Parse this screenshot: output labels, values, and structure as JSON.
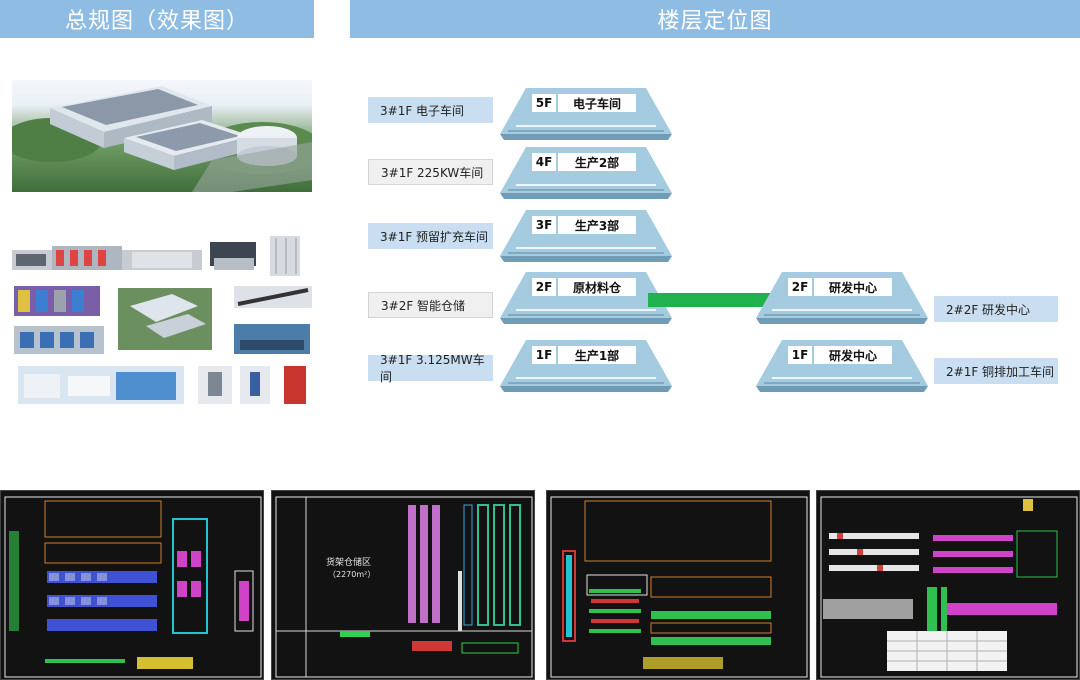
{
  "headers": {
    "left_title": "总规图（效果图）",
    "right_title": "楼层定位图"
  },
  "building3_floors": [
    {
      "label": "3#1F 电子车间",
      "floor": "5F",
      "name": "电子车间"
    },
    {
      "label": "3#1F 225KW车间",
      "floor": "4F",
      "name": "生产2部"
    },
    {
      "label": "3#1F 预留扩充车间",
      "floor": "3F",
      "name": "生产3部"
    },
    {
      "label": "3#2F 智能仓储",
      "floor": "2F",
      "name": "原材料仓"
    },
    {
      "label": "3#1F 3.125MW车间",
      "floor": "1F",
      "name": "生产1部"
    }
  ],
  "building2_floors": [
    {
      "label": "2#2F 研发中心",
      "floor": "2F",
      "name": "研发中心"
    },
    {
      "label": "2#1F 铜排加工车间",
      "floor": "1F",
      "name": "研发中心"
    }
  ],
  "plans": {
    "warehouse_title": "货架仓储区",
    "warehouse_area": "（2270m²）"
  },
  "colors": {
    "header_bg": "#8fbce3",
    "label_bg": "#c9dff1",
    "bridge": "#21b24f",
    "cad_bg": "#121212"
  }
}
